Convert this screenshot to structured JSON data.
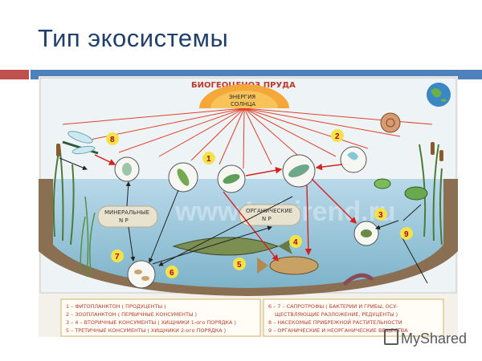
{
  "slide": {
    "title": "Тип экосистемы"
  },
  "poster": {
    "title": "БИОГЕОЦЕНОЗ ПРУДА",
    "sun_label_1": "ЭНЕРГИЯ",
    "sun_label_2": "СОЛНЦА",
    "mineral_box": {
      "line1": "МИНЕРАЛЬНЫЕ",
      "line2": "N  P"
    },
    "organic_box": {
      "line1": "ОРГАНИЧЕСКИЕ",
      "line2": "N  P"
    },
    "watermark": "www.Labirend.ru",
    "numbers": [
      "1",
      "2",
      "3",
      "4",
      "5",
      "6",
      "7",
      "8",
      "9"
    ],
    "legend_left": [
      "1 – ФИТОПЛАНКТОН ( ПРОДУЦЕНТЫ )",
      "2 – ЗООПЛАНКТОН ( ПЕРВИЧНЫЕ КОНСУМЕНТЫ )",
      "3 – 4 – ВТОРИЧНЫЕ КОНСУМЕНТЫ ( ХИЩНИКИ 1-ого ПОРЯДКА )",
      "5 – ТРЕТИЧНЫЕ КОНСУМЕНТЫ ( ХИЩНИКИ 2-ого ПОРЯДКА )"
    ],
    "legend_right": [
      "6 – 7 – САПРОТРОФЫ ( БАКТЕРИИ И ГРИБЫ, ОСУ-",
      "ЩЕСТВЛЯЮЩИЕ РАЗЛОЖЕНИЕ, РЕДУЦЕНТЫ )",
      "8 – НАСЕКОМЫЕ ПРИБРЕЖНОЙ РАСТИТЕЛЬНОСТИ",
      "9 – ОРГАНИЧЕСКИЕ И НЕОРГАНИЧЕСКИЕ ВЕЩЕСТВА"
    ]
  },
  "branding": {
    "label": "MyShared"
  },
  "colors": {
    "title": "#1f3f6d",
    "accent_red": "#c0504d",
    "accent_blue": "#4f81bd",
    "legend_red": "#c0392b"
  }
}
